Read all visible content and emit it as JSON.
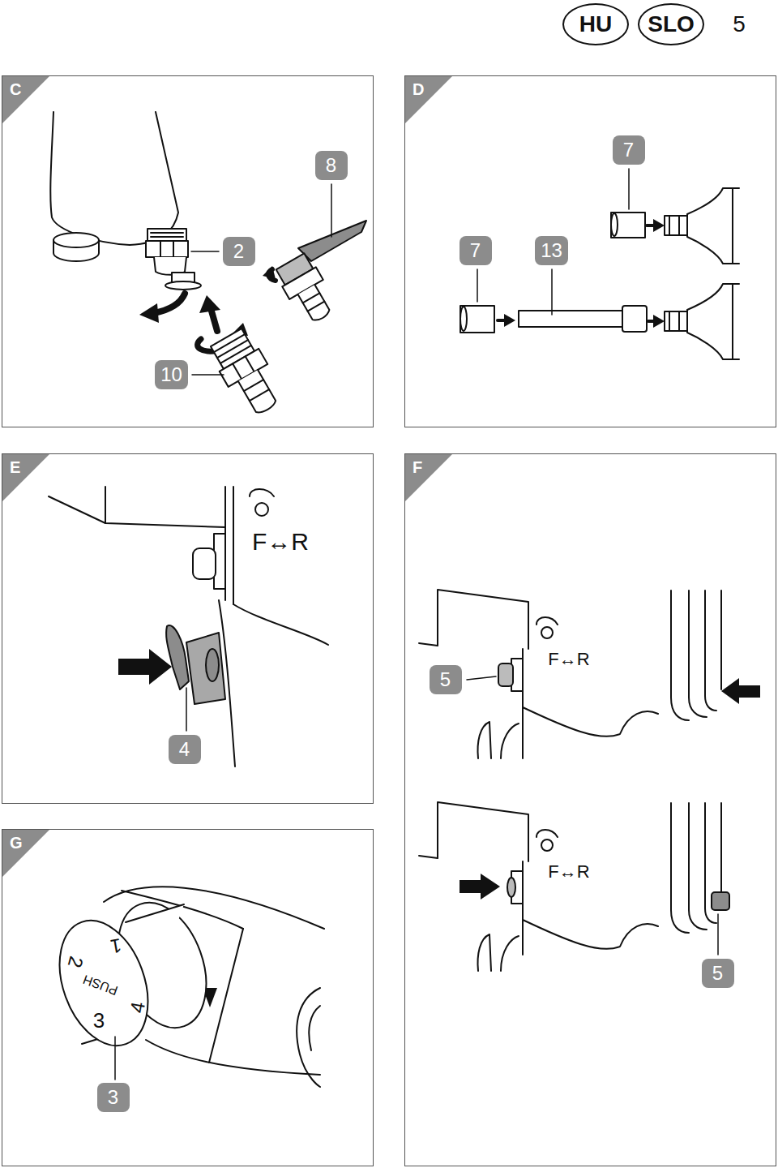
{
  "diagram": {
    "nodes": [
      {
        "text": [
          "HU"
        ]
      },
      {
        "text": [
          "SLO"
        ]
      },
      {
        "text": [
          "C"
        ]
      },
      {
        "text": [
          "8"
        ],
        "in": 2
      },
      {
        "text": [
          "2"
        ],
        "in": 2
      },
      {
        "text": [
          "10"
        ],
        "in": 2
      },
      {
        "text": [
          "D"
        ]
      },
      {
        "text": [
          "7"
        ],
        "in": 6
      },
      {
        "text": [
          "7"
        ],
        "in": 6
      },
      {
        "text": [
          "13"
        ],
        "in": 6
      },
      {
        "text": [
          "E"
        ]
      },
      {
        "text": [
          "4"
        ],
        "in": 10
      },
      {
        "text": [
          "F"
        ]
      },
      {
        "text": [
          "5"
        ],
        "in": 12
      },
      {
        "text": [
          "5"
        ],
        "in": 12
      },
      {
        "text": [
          "G"
        ]
      },
      {
        "text": [
          "3"
        ],
        "in": 15
      }
    ],
    "edges": [],
    "labels": [
      "5",
      "F↔R",
      "F↔R",
      "F↔R",
      "1",
      "2",
      "PUSH",
      "4",
      "3"
    ]
  }
}
